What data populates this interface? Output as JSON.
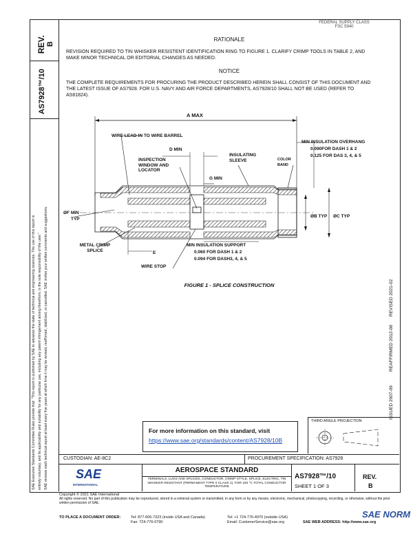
{
  "header": {
    "fsc_code": "FSC 5940",
    "stamp": "FEDERAL SUPPLY CLASS",
    "rationale_title": "RATIONALE",
    "rationale_text": "REVISION REQUIRED TO TIN WHISKER RESISTENT IDENTIFICATION RING TO FIGURE 1. CLARIFY CRIMP TOOLS IN TABLE 2, AND MAKE MINOR TECHNICAL OR EDITORIAL CHANGES AS NEEDED.",
    "notice_title": "NOTICE",
    "notice_text": "THE COMPLETE REQUIREMENTS FOR PROCURING THE PRODUCT DESCRIBED HEREIN SHALL CONSIST OF THIS DOCUMENT AND THE LATEST ISSUE OF AS7928. FOR U.S. NAVY AND AIR FORCE DEPARTMENTS, AS7928/10 SHALL NOT BE USED (REFER TO AS81824)."
  },
  "sidebar": {
    "rev_label": "REV.",
    "rev_value": "B",
    "doc_number": "AS7928™/10",
    "disclaimer_1": "SAE Executive Standards Committee Rules provide that: \"This report is published by SAE to advance the state of technical and engineering sciences. The use of this report is",
    "disclaimer_2": "entirely voluntary, and its applicability and suitability for any particular use, including any patent infringement arising therefrom, is the sole responsibility of the user.\"",
    "disclaimer_3": "SAE reviews each technical report at least every five years at which time it may be revised, reaffirmed, stabilized, or cancelled. SAE invites your written comments and suggestions."
  },
  "dates": {
    "issued": "ISSUED 2007-09",
    "reaffirmed": "REAFFIRMED 2012-08",
    "revised": "REVISED 2021-02"
  },
  "figure": {
    "caption": "FIGURE 1 - SPLICE CONSTRUCTION",
    "labels": {
      "a_max": "A MAX",
      "wire_lead_in": "WIRE LEAD-IN TO WIRE BARREL",
      "d_min": "D MIN",
      "inspection_window": "INSPECTION WINDOW AND LOCATOR",
      "g_min": "G MIN",
      "insulating_sleeve": "INSULATING SLEEVE",
      "color_band": "COLOR BAND",
      "overhang_title": "MIN INSULATION OVERHANG",
      "overhang_1": "0.090FOR DASH 1 & 2",
      "overhang_2": "0.125 FOR DAS 3, 4, & 5",
      "f_min": "ØF MIN",
      "f_typ": "TYP",
      "b_typ": "ØB TYP",
      "c_typ": "ØC TYP",
      "metal_crimp": "METAL CRIMP SPLICE",
      "e": "E",
      "wire_stop": "WIRE STOP",
      "support_title": "MIN INSULATION SUPPORT",
      "support_1": "0.060 FOR DASH 1 & 2",
      "support_2": "0.094 FOR DASH3, 4, & 5"
    }
  },
  "info_box": {
    "text": "For more information on this standard, visit",
    "url": "https://www.sae.org/standards/content/AS7928/10B"
  },
  "projection": {
    "label": "THIRD ANGLE PROJECTION"
  },
  "title_block": {
    "custodian": "CUSTODIAN: AE-8C2",
    "procurement": "PROCUREMENT SPECIFICATION: AS7928",
    "sae_logo": "SAE",
    "sae_sub": "INTERNATIONAL",
    "standard_title": "AEROSPACE STANDARD",
    "description": "TERMINALS, LUGS AND SPLICES, CONDUCTOR, CRIMP STYLE, SPLICE, ELECTRIC, TIN WHISKER RESISTANT (PERMANENT TYPE II CLASS 1), FOR 150 °C TOTAL CONDUCTOR TEMPERATURE",
    "doc_number": "AS7928™/10",
    "sheet": "SHEET 1 OF 3",
    "rev_label": "REV.",
    "rev_value": "B"
  },
  "footer": {
    "copyright": "Copyright © 2021 SAE International",
    "rights": "All rights reserved. No part of this publication may be reproduced, stored in a retrieval system or transmitted, in any form or by any means, electronic, mechanical, photocopying, recording, or otherwise, without the prior written permission of SAE.",
    "order_label": "TO PLACE A DOCUMENT ORDER:",
    "tel1": "Tel: 877-606-7323 (inside USA and Canada)",
    "tel2": "Tel: +1 724-776-4970 (outside USA)",
    "fax": "Fax: 724-776-0790",
    "email": "Email: CustomerService@sae.org",
    "web": "SAE WEB ADDRESS: http://www.sae.org",
    "watermark": "SAE NORM"
  }
}
